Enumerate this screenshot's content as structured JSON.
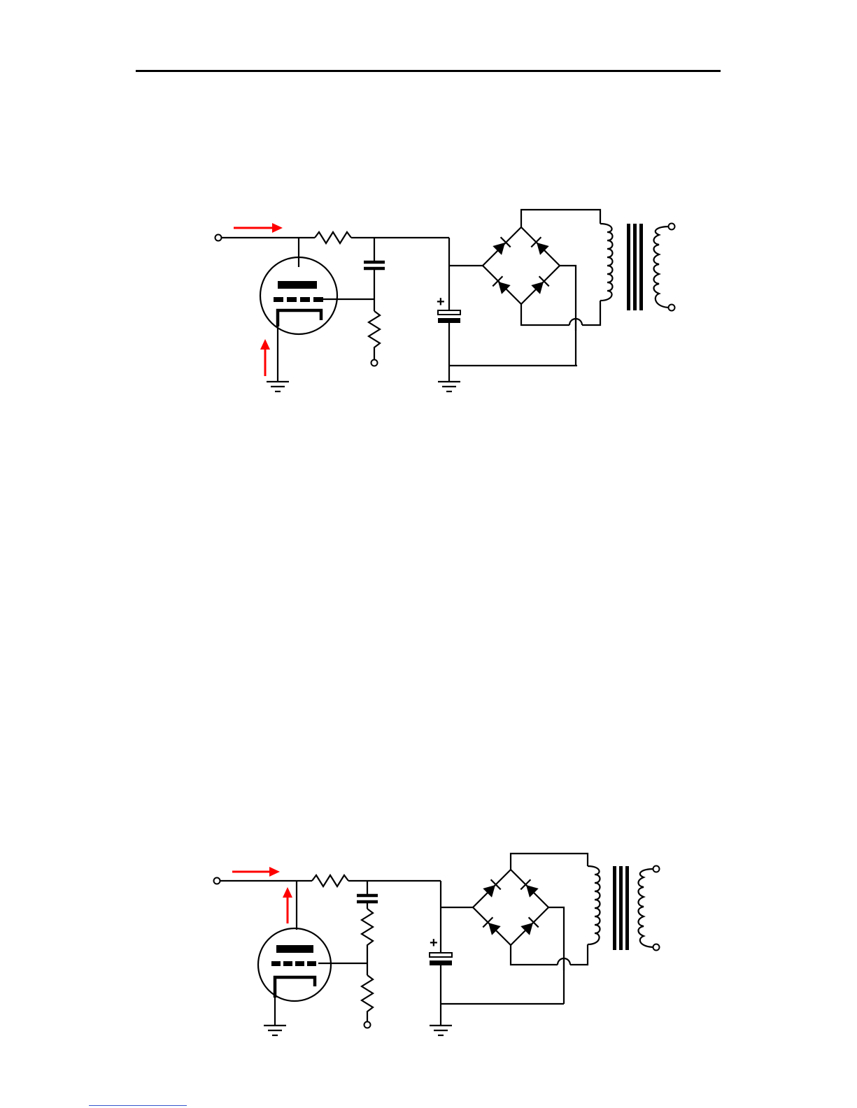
{
  "page": {
    "header_rule": true,
    "footer_rule_color": "#3355cc"
  },
  "colors": {
    "wire": "#000000",
    "arrow": "#ff0000",
    "background": "#ffffff"
  },
  "schematics": [
    {
      "id": "schematic-1",
      "symbols": [
        "input-terminal",
        "triode-tube",
        "series-resistor",
        "coupling-capacitor",
        "shunt-resistor",
        "electrolytic-capacitor",
        "bridge-rectifier",
        "transformer",
        "ground-left",
        "ground-right"
      ],
      "arrows": [
        "arrow-input-right",
        "arrow-cathode-up"
      ],
      "cap_polarity_mark": "+"
    },
    {
      "id": "schematic-2",
      "symbols": [
        "input-terminal",
        "triode-tube",
        "series-resistor",
        "coupling-capacitor",
        "divider-resistor-top",
        "divider-resistor-bottom",
        "electrolytic-capacitor",
        "bridge-rectifier",
        "transformer",
        "ground-left",
        "ground-right"
      ],
      "arrows": [
        "arrow-input-right",
        "arrow-plate-up"
      ],
      "cap_polarity_mark": "+"
    }
  ]
}
